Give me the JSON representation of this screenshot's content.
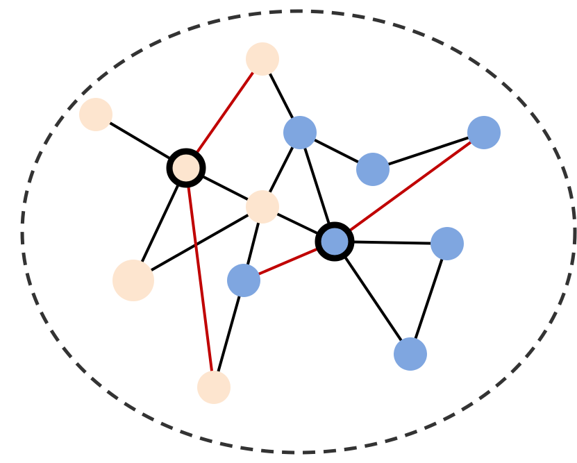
{
  "diagram": {
    "colors": {
      "background": "#ffffff",
      "boundary": "#333333",
      "edge_default": "#000000",
      "edge_highlight": "#c00000",
      "node_group_a": "#fde5cf",
      "node_group_b": "#7fa6e0",
      "hub_outline": "#000000"
    },
    "nodes": [
      {
        "id": "a_top",
        "group": "a",
        "hub": false
      },
      {
        "id": "a_left",
        "group": "a",
        "hub": false
      },
      {
        "id": "a_hub",
        "group": "a",
        "hub": true
      },
      {
        "id": "a_center",
        "group": "a",
        "hub": false
      },
      {
        "id": "a_lower_left",
        "group": "a",
        "hub": false
      },
      {
        "id": "a_bottom",
        "group": "a",
        "hub": false
      },
      {
        "id": "b_upper",
        "group": "b",
        "hub": false
      },
      {
        "id": "b_middle",
        "group": "b",
        "hub": false
      },
      {
        "id": "b_right",
        "group": "b",
        "hub": false
      },
      {
        "id": "b_hub",
        "group": "b",
        "hub": true
      },
      {
        "id": "b_east",
        "group": "b",
        "hub": false
      },
      {
        "id": "b_lower",
        "group": "b",
        "hub": false
      },
      {
        "id": "b_south",
        "group": "b",
        "hub": false
      }
    ],
    "edges": [
      {
        "from": "a_left",
        "to": "a_hub",
        "style": "default"
      },
      {
        "from": "a_top",
        "to": "b_upper",
        "style": "default"
      },
      {
        "from": "a_hub",
        "to": "a_center",
        "style": "default"
      },
      {
        "from": "a_hub",
        "to": "a_lower_left",
        "style": "default"
      },
      {
        "from": "a_lower_left",
        "to": "a_center",
        "style": "default"
      },
      {
        "from": "a_center",
        "to": "b_upper",
        "style": "default"
      },
      {
        "from": "a_center",
        "to": "b_hub",
        "style": "default"
      },
      {
        "from": "a_center",
        "to": "b_lower",
        "style": "default"
      },
      {
        "from": "b_upper",
        "to": "b_middle",
        "style": "default"
      },
      {
        "from": "b_upper",
        "to": "b_hub",
        "style": "default"
      },
      {
        "from": "b_middle",
        "to": "b_right",
        "style": "default"
      },
      {
        "from": "b_hub",
        "to": "b_east",
        "style": "default"
      },
      {
        "from": "b_hub",
        "to": "b_south",
        "style": "default"
      },
      {
        "from": "b_east",
        "to": "b_south",
        "style": "default"
      },
      {
        "from": "b_lower",
        "to": "a_bottom",
        "style": "default"
      },
      {
        "from": "a_hub",
        "to": "a_top",
        "style": "highlight"
      },
      {
        "from": "a_hub",
        "to": "a_bottom",
        "style": "highlight"
      },
      {
        "from": "b_hub",
        "to": "b_right",
        "style": "highlight"
      },
      {
        "from": "b_hub",
        "to": "b_lower",
        "style": "highlight"
      }
    ]
  }
}
